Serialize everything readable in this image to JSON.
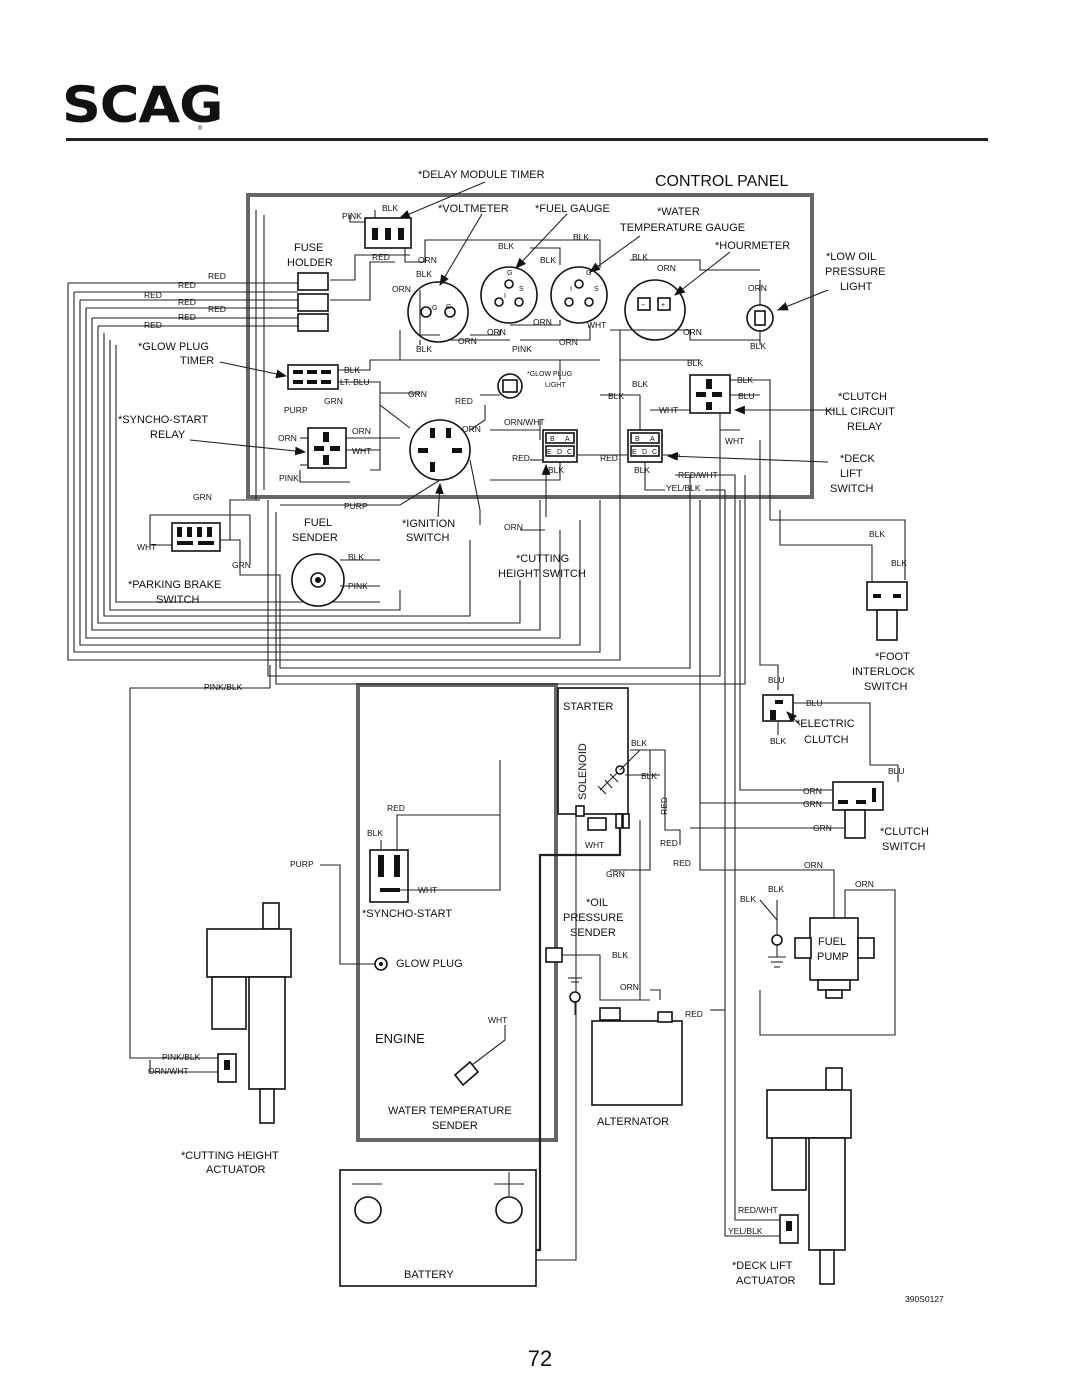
{
  "brand": {
    "logo": "SCAG",
    "registered": "®"
  },
  "page_number": "72",
  "drawing_number": "390S0127",
  "sections": {
    "control_panel": "CONTROL PANEL",
    "engine": "ENGINE"
  },
  "components": {
    "delay_module_timer": "*DELAY MODULE TIMER",
    "voltmeter": "*VOLTMETER",
    "fuel_gauge": "*FUEL GAUGE",
    "water_temp_gauge_1": "*WATER",
    "water_temp_gauge_2": "TEMPERATURE GAUGE",
    "hourmeter": "*HOURMETER",
    "low_oil_1": "*LOW OIL",
    "low_oil_2": "PRESSURE",
    "low_oil_3": "LIGHT",
    "fuse_holder_1": "FUSE",
    "fuse_holder_2": "HOLDER",
    "glow_plug_timer_1": "*GLOW PLUG",
    "glow_plug_timer_2": "TIMER",
    "glow_plug_light_1": "*GLOW PLUG",
    "glow_plug_light_2": "LIGHT",
    "syncho_relay_1": "*SYNCHO-START",
    "syncho_relay_2": "RELAY",
    "clutch_kill_1": "*CLUTCH",
    "clutch_kill_2": "KILL CIRCUIT",
    "clutch_kill_3": "RELAY",
    "deck_lift_switch_1": "*DECK",
    "deck_lift_switch_2": "LIFT",
    "deck_lift_switch_3": "SWITCH",
    "fuel_sender_1": "FUEL",
    "fuel_sender_2": "SENDER",
    "ignition_switch_1": "*IGNITION",
    "ignition_switch_2": "SWITCH",
    "cutting_height_switch_1": "*CUTTING",
    "cutting_height_switch_2": "HEIGHT SWITCH",
    "parking_brake_1": "*PARKING BRAKE",
    "parking_brake_2": "SWITCH",
    "foot_interlock_1": "*FOOT",
    "foot_interlock_2": "INTERLOCK",
    "foot_interlock_3": "SWITCH",
    "electric_clutch_1": "*ELECTRIC",
    "electric_clutch_2": "CLUTCH",
    "clutch_switch_1": "*CLUTCH",
    "clutch_switch_2": "SWITCH",
    "starter": "STARTER",
    "solenoid": "SOLENOID",
    "syncho_start": "*SYNCHO-START",
    "glow_plug": "GLOW PLUG",
    "oil_pressure_1": "*OIL",
    "oil_pressure_2": "PRESSURE",
    "oil_pressure_3": "SENDER",
    "fuel_pump_1": "FUEL",
    "fuel_pump_2": "PUMP",
    "water_temp_sender_1": "WATER TEMPERATURE",
    "water_temp_sender_2": "SENDER",
    "alternator": "ALTERNATOR",
    "cutting_height_actuator_1": "*CUTTING HEIGHT",
    "cutting_height_actuator_2": "ACTUATOR",
    "deck_lift_actuator_1": "*DECK LIFT",
    "deck_lift_actuator_2": "ACTUATOR",
    "battery": "BATTERY"
  },
  "wires": {
    "blk": "BLK",
    "red": "RED",
    "orn": "ORN",
    "wht": "WHT",
    "grn": "GRN",
    "pink": "PINK",
    "purp": "PURP",
    "blu": "BLU",
    "lt_blu": "LT. BLU",
    "orn_wht": "ORN/WHT",
    "red_wht": "RED/WHT",
    "yel_blk": "YEL/BLK",
    "pink_blk": "PINK/BLK"
  },
  "pin_letters": {
    "g": "G",
    "i": "I",
    "s": "S",
    "b": "B",
    "a": "A",
    "e": "E",
    "d": "D",
    "c": "C",
    "minus": "−",
    "plus": "+",
    "neg_terminal": "—",
    "pos_terminal": "+"
  }
}
